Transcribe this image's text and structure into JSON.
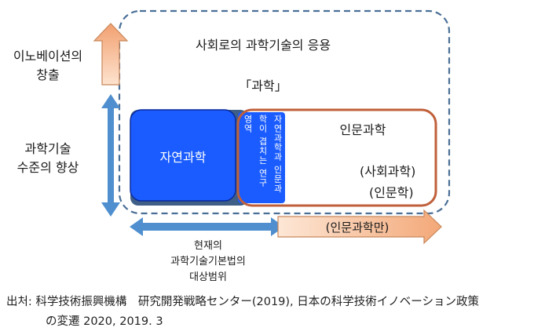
{
  "left": {
    "innovation_line1": "이노베이션의",
    "innovation_line2": "창출",
    "level_line1": "과학기술",
    "level_line2": "수준의 향상"
  },
  "outer": {
    "title": "사회로의 과학기술의 응용",
    "science": "「과학」"
  },
  "natural_science": "자연과학",
  "overlap": {
    "col1": "영역",
    "col2": "학이 겹치는 연구",
    "col3": "자연과학과 인문과"
  },
  "humanities": {
    "title": "인문과학",
    "social": "(사회과학)",
    "humanities_paren": "(인문학)"
  },
  "bottom": {
    "scope_line1": "현재의",
    "scope_line2": "과학기술기본법의",
    "scope_line3": "대상범위",
    "humanities_only": "(인문과학만)"
  },
  "source": {
    "line1": "出처: 科学技術振興機構　研究開発戦略センター(2019), 日本の科学技術イノベーション政策",
    "line2": "の変遷 2020, 2019. 3"
  },
  "colors": {
    "dash_border": "#4a6f96",
    "blue_dark": "#0033cc",
    "blue_fill": "#1a5cff",
    "gray_blue": "#3f5f86",
    "orange_border": "#c0603a",
    "arrow_orange": "#f5b48a",
    "arrow_blue": "#4f8fcf"
  }
}
